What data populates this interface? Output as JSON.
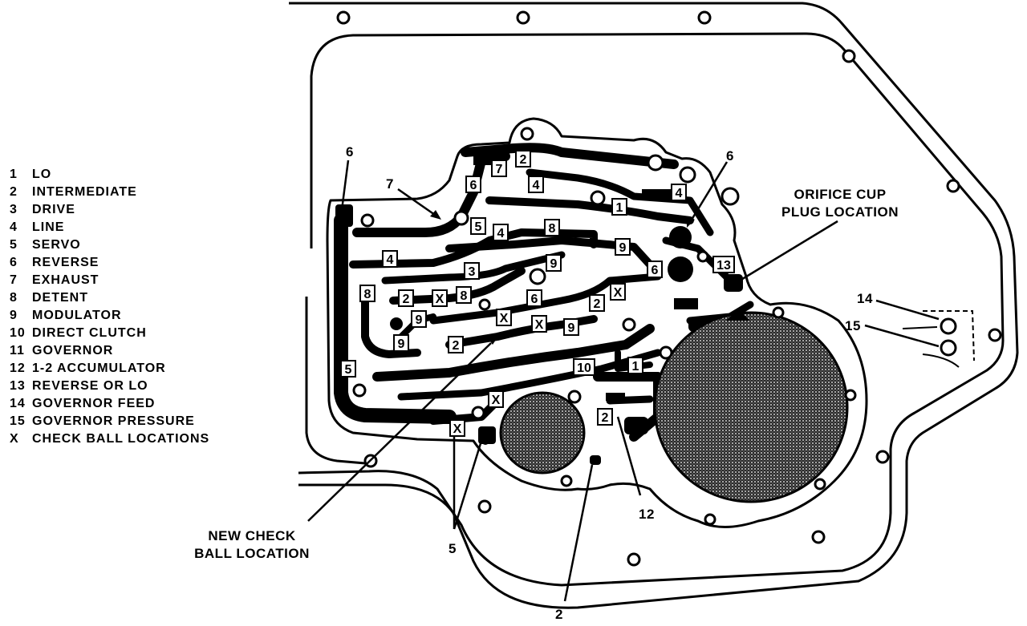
{
  "legend": [
    {
      "key": "1",
      "text": "LO"
    },
    {
      "key": "2",
      "text": "INTERMEDIATE"
    },
    {
      "key": "3",
      "text": "DRIVE"
    },
    {
      "key": "4",
      "text": "LINE"
    },
    {
      "key": "5",
      "text": "SERVO"
    },
    {
      "key": "6",
      "text": "REVERSE"
    },
    {
      "key": "7",
      "text": "EXHAUST"
    },
    {
      "key": "8",
      "text": "DETENT"
    },
    {
      "key": "9",
      "text": "MODULATOR"
    },
    {
      "key": "10",
      "text": "DIRECT CLUTCH"
    },
    {
      "key": "11",
      "text": "GOVERNOR"
    },
    {
      "key": "12",
      "text": "1-2 ACCUMULATOR"
    },
    {
      "key": "13",
      "text": "REVERSE OR LO"
    },
    {
      "key": "14",
      "text": "GOVERNOR FEED"
    },
    {
      "key": "15",
      "text": "GOVERNOR PRESSURE"
    },
    {
      "key": "X",
      "text": "CHECK BALL LOCATIONS"
    }
  ],
  "callouts": {
    "orifice_line1": "ORIFICE CUP",
    "orifice_line2": "PLUG LOCATION",
    "new_check_line1": "NEW CHECK",
    "new_check_line2": "BALL LOCATION",
    "label_6_left": "6",
    "label_7": "7",
    "label_6_right": "6",
    "label_14": "14",
    "label_15": "15",
    "label_12": "12",
    "label_5": "5",
    "label_2": "2"
  },
  "passage_labels": [
    {
      "t": "7"
    },
    {
      "t": "2"
    },
    {
      "t": "6"
    },
    {
      "t": "4"
    },
    {
      "t": "4"
    },
    {
      "t": "1"
    },
    {
      "t": "5"
    },
    {
      "t": "4"
    },
    {
      "t": "8"
    },
    {
      "t": "9"
    },
    {
      "t": "4"
    },
    {
      "t": "3"
    },
    {
      "t": "9"
    },
    {
      "t": "6"
    },
    {
      "t": "13"
    },
    {
      "t": "8"
    },
    {
      "t": "2"
    },
    {
      "t": "X"
    },
    {
      "t": "8"
    },
    {
      "t": "6"
    },
    {
      "t": "X"
    },
    {
      "t": "2"
    },
    {
      "t": "9"
    },
    {
      "t": "X"
    },
    {
      "t": "X"
    },
    {
      "t": "9"
    },
    {
      "t": "9"
    },
    {
      "t": "2"
    },
    {
      "t": "10"
    },
    {
      "t": "1"
    },
    {
      "t": "5"
    },
    {
      "t": "X"
    },
    {
      "t": "X"
    },
    {
      "t": "2"
    }
  ]
}
